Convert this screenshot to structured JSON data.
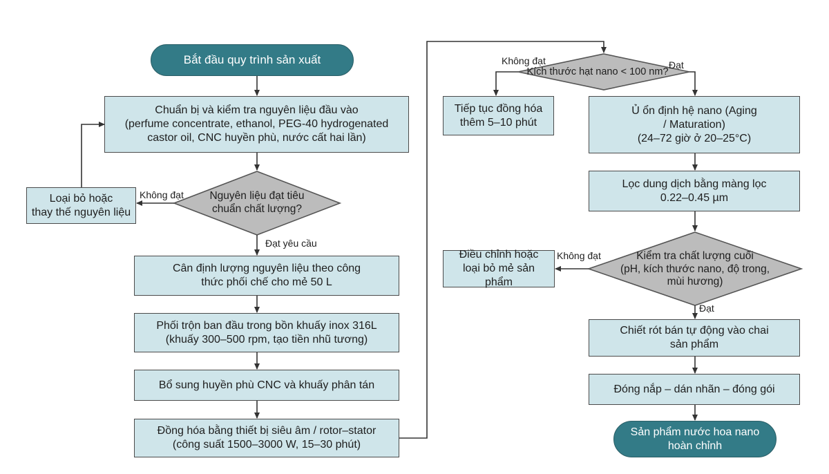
{
  "flow": {
    "start": "Bắt đầu quy trình sản xuất",
    "prepare": "Chuẩn bị và kiểm tra nguyên liệu đầu vào\n(perfume concentrate, ethanol, PEG-40 hydrogenated\ncastor oil, CNC huyền phù, nước cất hai lần)",
    "check_material": "Nguyên liệu đạt tiêu\nchuẩn chất lượng?",
    "reject_material": "Loại bỏ hoặc\nthay thế nguyên liệu",
    "weigh": "Cân định lượng nguyên liệu theo công\nthức phối chế cho mẻ 50 L",
    "premix": "Phối trộn ban đầu trong bồn khuấy inox 316L\n(khuấy 300–500 rpm, tạo tiền nhũ tương)",
    "add_cnc": "Bổ sung huyền phù CNC và khuấy phân tán",
    "homogenize": "Đồng hóa bằng thiết bị siêu âm / rotor–stator\n(công suất 1500–3000 W, 15–30 phút)",
    "check_size": "Kích thước hạt nano < 100 nm?",
    "continue_homogenize": "Tiếp tục đồng hóa\nthêm 5–10 phút",
    "aging": "Ủ ổn định hệ nano (Aging\n/ Maturation)\n(24–72 giờ ở 20–25°C)",
    "filter": "Lọc dung dịch bằng màng lọc\n0.22–0.45 µm",
    "final_check": "Kiểm tra chất lượng cuối\n(pH, kích thước nano, độ trong,\nmùi hương)",
    "adjust": "Điều chỉnh hoặc\nloại bỏ mẻ sản phẩm",
    "fill": "Chiết rót bán tự động vào chai\nsản phẩm",
    "cap": "Đóng nắp – dán nhãn – đóng gói",
    "end": "Sản phẩm nước hoa nano\nhoàn chỉnh"
  },
  "edge_labels": {
    "material_fail": "Không đạt",
    "material_pass": "Đạt yêu cầu",
    "size_fail": "Không đạt",
    "size_pass": "Đạt",
    "final_fail": "Không đạt",
    "final_pass": "Đạt"
  },
  "colors": {
    "box_fill": "#cfe5ea",
    "terminal_fill": "#337b87",
    "decision_fill": "#bcbcbc",
    "line": "#333333"
  }
}
